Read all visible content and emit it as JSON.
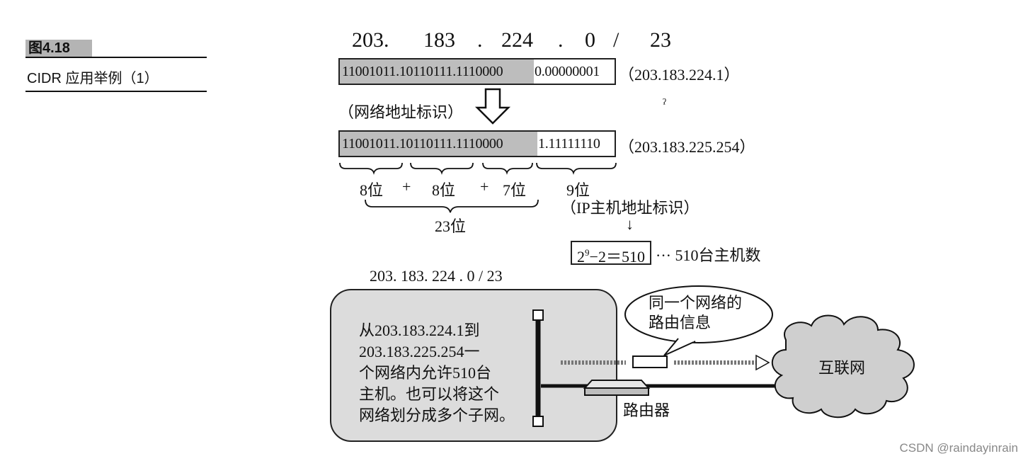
{
  "figure": {
    "number": "图4.18",
    "caption": "CIDR 应用举例（1）"
  },
  "header": {
    "oct1": "203.",
    "oct2": "183",
    "dot2": ".",
    "oct3": "224",
    "dot3": ".",
    "oct4": "0",
    "slash": "/",
    "prefix": "23"
  },
  "row1": {
    "network_part": "11001011.10110111.1110000",
    "host_part": "0.00000001",
    "ip_note": "（203.183.224.1）"
  },
  "network_id_label": "（网络地址标识）",
  "stray_mark": "ˀ",
  "row2": {
    "network_part": "11001011.10110111.1110000",
    "host_part": "1.11111110",
    "ip_note": "（203.183.225.254）"
  },
  "bits": {
    "b1": "8位",
    "plus1": "+",
    "b2": "8位",
    "plus2": "+",
    "b3": "7位",
    "host": "9位",
    "total": "23位"
  },
  "host_id_label": "（IP主机地址标识）",
  "down_arrow": "↓",
  "formula": {
    "base": "2",
    "exp": "9",
    "rest": "−2＝510"
  },
  "formula_note": "··· 510台主机数",
  "network_title": "203. 183. 224 . 0 / 23",
  "network_desc": [
    "从203.183.224.1到",
    "203.183.225.254一",
    "个网络内允许510台",
    "主机。也可以将这个",
    "网络划分成多个子网。"
  ],
  "bubble_text": [
    "同一个网络的",
    "路由信息"
  ],
  "internet_label": "互联网",
  "router_label": "路由器",
  "watermark": "CSDN @raindayinrain",
  "colors": {
    "shade": "#bdbdbd",
    "panel": "#dcdcdc",
    "line": "#111111"
  }
}
